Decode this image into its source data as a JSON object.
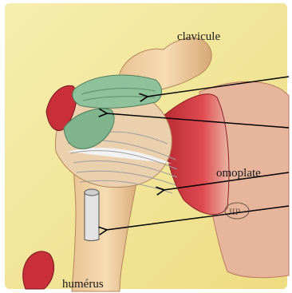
{
  "labels": {
    "clavicle": "clavicule",
    "scapula": "omoplate",
    "humerus": "humérus",
    "signature": "JIP"
  },
  "colors": {
    "paper": "#ffffff",
    "background_wash": "#f1e79a",
    "bone": "#f0d2a4",
    "bone_shade": "#c99b6a",
    "muscle_red": "#d9434a",
    "muscle_dark": "#a3222c",
    "tendon_green": "#8fc29a",
    "tendon_dark": "#4f7d5c",
    "ligament_white": "#efeff0",
    "arrow": "#000000"
  }
}
